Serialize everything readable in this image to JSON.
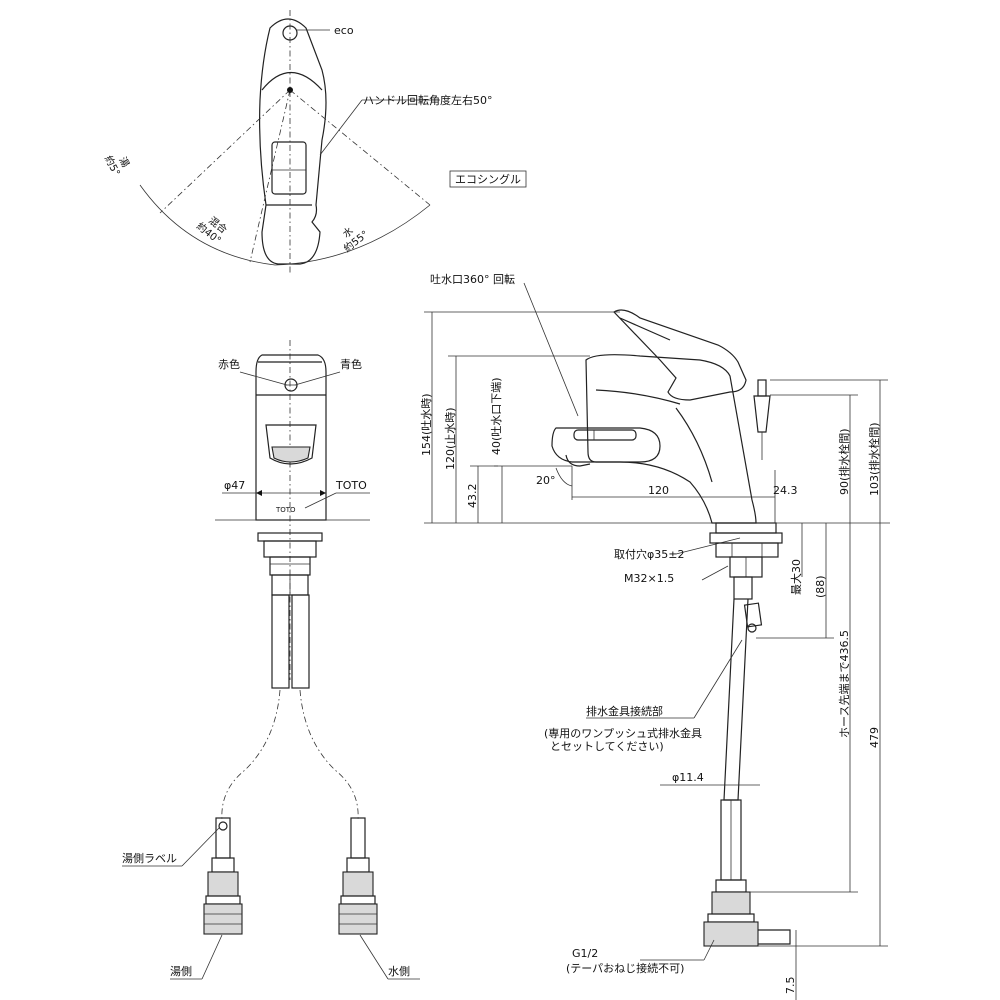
{
  "top_view": {
    "eco_label": "eco",
    "handle_rotation_label": "ハンドル回転角度左右50°",
    "hot_label": "湯",
    "hot_angle": "約5°",
    "mix_label": "混合",
    "mix_angle": "約40°",
    "cold_label": "水",
    "cold_angle": "約55°",
    "series_box": "エコシングル"
  },
  "front_view": {
    "red_label": "赤色",
    "blue_label": "青色",
    "diameter_label": "φ47",
    "brand_label": "TOTO",
    "body_logo": "TOTO",
    "hot_side_label_tag": "湯側ラベル",
    "hot_side": "湯側",
    "cold_side": "水側"
  },
  "side_view": {
    "spout_rotation": "吐水口360° 回転",
    "dim_154": "154(吐水時)",
    "dim_120": "120(止水時)",
    "dim_40": "40(吐水口下端)",
    "dim_43_2": "43.2",
    "angle_20": "20°",
    "dim_120_h": "120",
    "dim_24_3": "24.3",
    "dim_90": "90(排水栓間)",
    "dim_103": "103(排水栓間)",
    "mount_hole": "取付穴φ35±2",
    "max_30": "最大30",
    "thread": "M32×1.5",
    "dim_88": "(88)",
    "drain_connection": "排水金具接続部",
    "drain_note_1": "(専用のワンプッシュ式排水金具",
    "drain_note_2": "とセットしてください)",
    "hose_length": "ホース先端まで436.5",
    "dim_479": "479",
    "hose_dia": "φ11.4",
    "g_thread": "G1/2",
    "taper_note": "(テーパおねじ接続不可)",
    "dim_7_5": "7.5"
  }
}
